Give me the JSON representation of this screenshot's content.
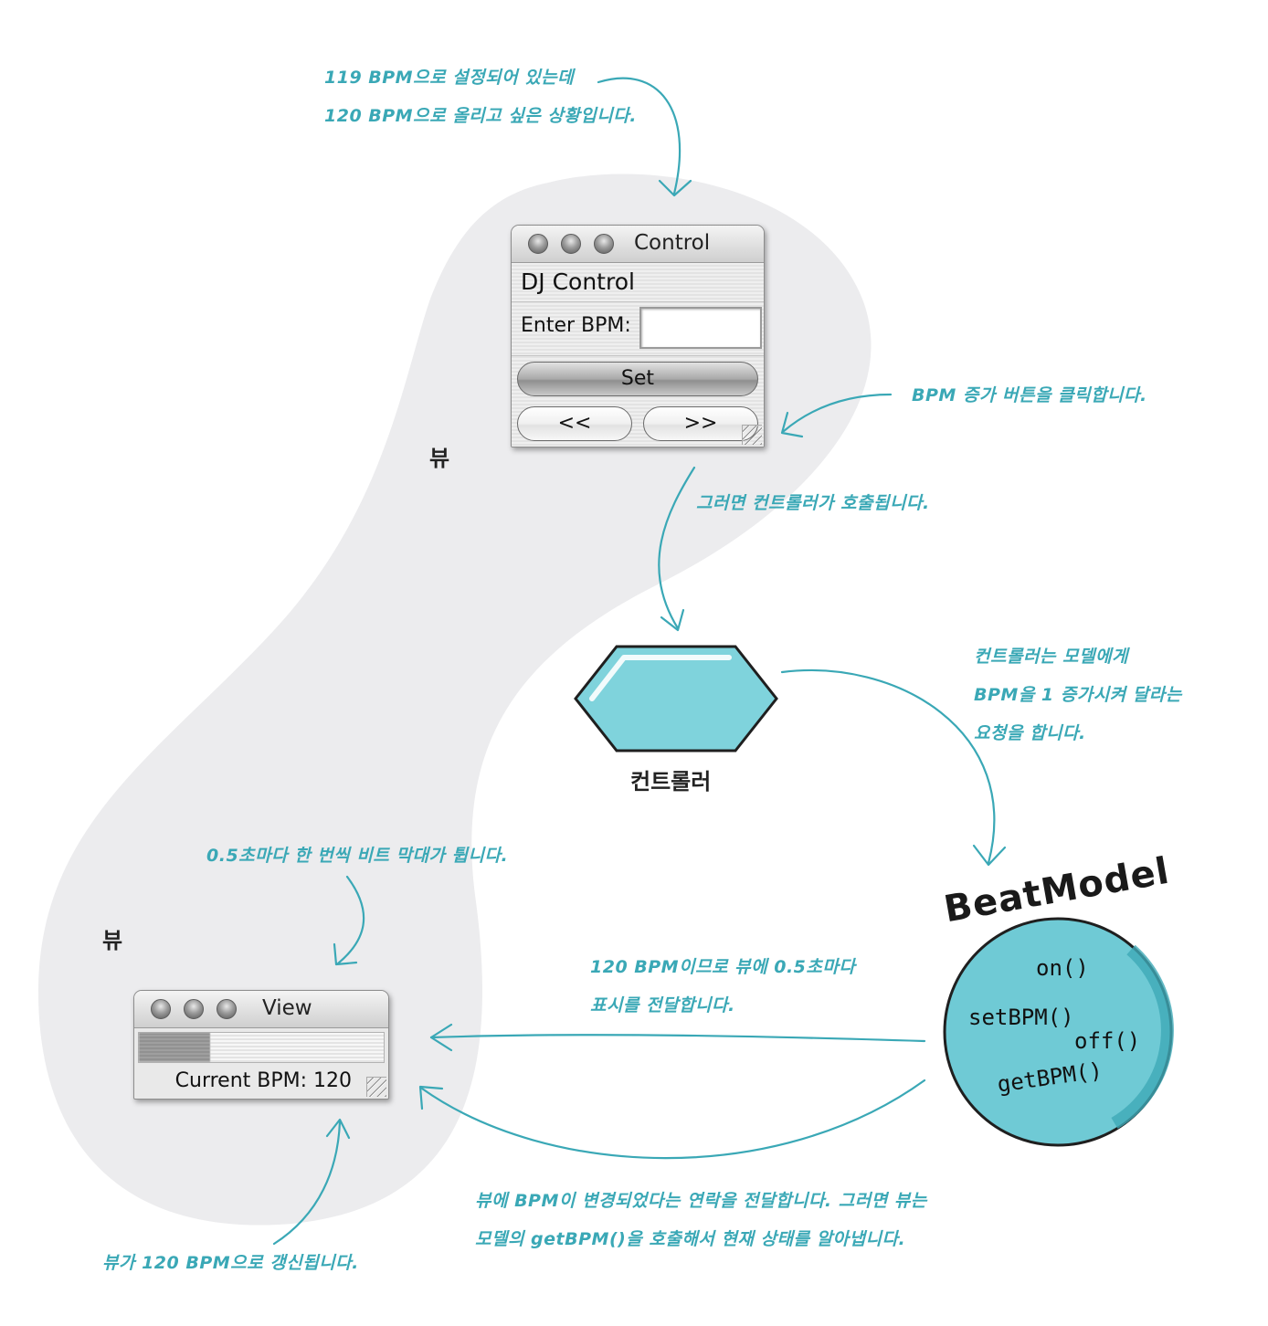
{
  "annotations": {
    "top": [
      "119 BPM으로 설정되어 있는데",
      "120 BPM으로 올리고 싶은 상황입니다."
    ],
    "click_increase": "BPM 증가 버튼을 클릭합니다.",
    "controller_called": "그러면 컨트롤러가 호출됩니다.",
    "controller_requests": [
      "컨트롤러는 모델에게",
      "BPM을 1 증가시켜 달라는",
      "요청을 합니다."
    ],
    "beat_bar": "0.5초마다 한 번씩 비트 막대가 튑니다.",
    "model_to_view": [
      "120 BPM이므로 뷰에 0.5초마다",
      "표시를 전달합니다."
    ],
    "bpm_changed": [
      "뷰에 BPM이 변경되었다는 연락을 전달합니다. 그러면 뷰는",
      "모델의 getBPM()을 호출해서 현재 상태를 알아냅니다."
    ],
    "view_updated": "뷰가 120 BPM으로 갱신됩니다."
  },
  "view_labels": {
    "top": "뷰",
    "bottom": "뷰"
  },
  "control_window": {
    "title": "Control",
    "heading": "DJ Control",
    "bpm_label": "Enter BPM:",
    "bpm_value": "",
    "set_button": "Set",
    "decrease_button": "<<",
    "increase_button": ">>"
  },
  "view_window": {
    "title": "View",
    "beat_level": 0.29,
    "current_bpm_label": "Current BPM: 120"
  },
  "controller": {
    "label": "컨트롤러"
  },
  "model": {
    "name": "BeatModel",
    "methods": [
      "on()",
      "setBPM()",
      "off()",
      "getBPM()"
    ]
  },
  "colors": {
    "accent": "#3aa8b6",
    "controller_fill": "#7fd3dc",
    "model_fill": "#6fcad5",
    "blob": "#ececee"
  }
}
